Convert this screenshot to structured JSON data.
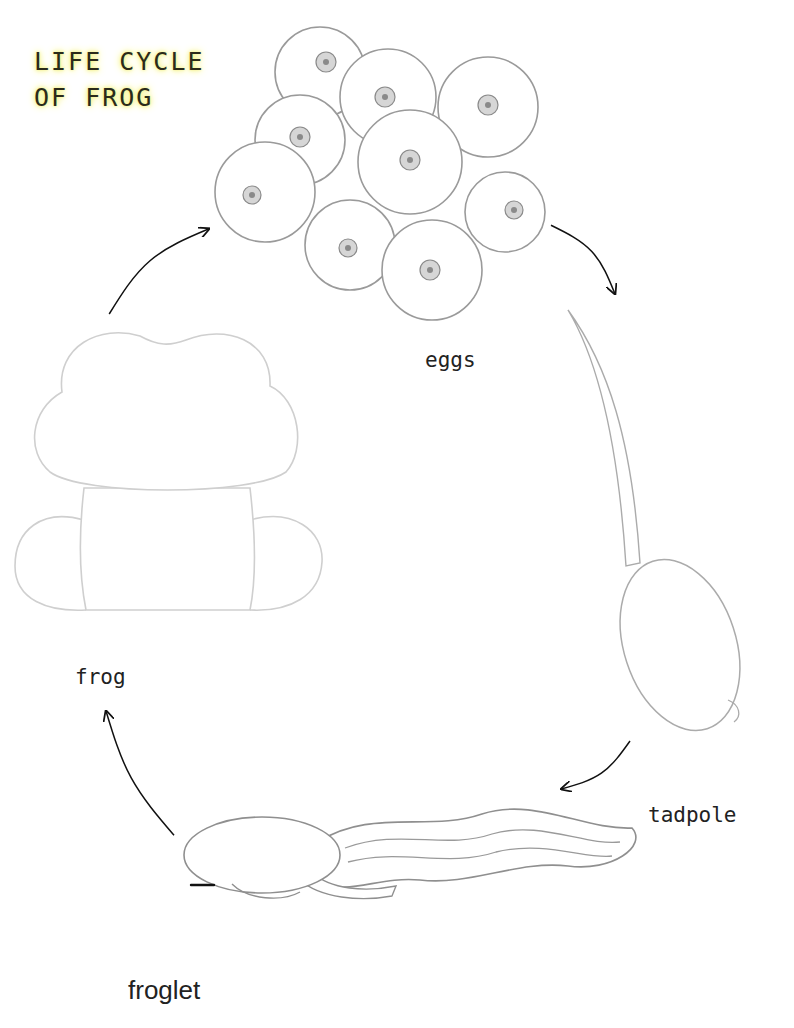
{
  "diagram": {
    "title": "LIFE CYCLE OF FROG",
    "nodes": [
      {
        "text": [
          "eggs"
        ]
      },
      {
        "text": [
          "tadpole"
        ]
      },
      {
        "text": [
          "froglet"
        ]
      },
      {
        "text": [
          "frog"
        ]
      }
    ],
    "edges": [
      {
        "from": 0,
        "to": 1,
        "arrow": "to"
      },
      {
        "from": 1,
        "to": 2,
        "arrow": "to"
      },
      {
        "from": 2,
        "to": 3,
        "arrow": "to"
      },
      {
        "from": 3,
        "to": 0,
        "arrow": "to"
      }
    ]
  }
}
